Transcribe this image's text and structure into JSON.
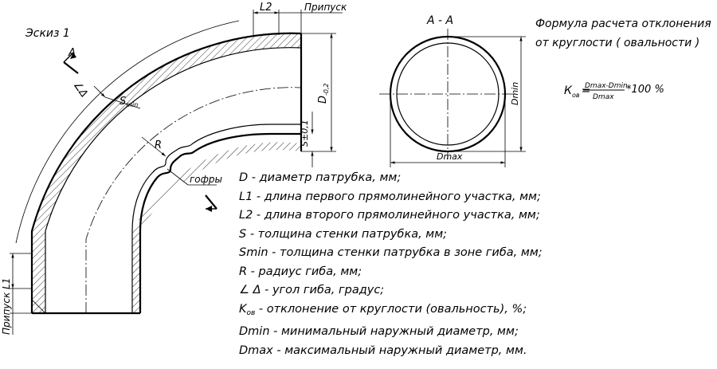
{
  "sketch_title": "Эскиз 1",
  "section_title": "А - А",
  "formula_title_line1": "Формула расчета отклонения",
  "formula_title_line2": "от круглости ( овальности )",
  "formula": {
    "k_main": "К",
    "k_sub": "ов",
    "equals": "=",
    "numerator": "Dmax-Dmin",
    "denominator": "Dmax",
    "suffix": "*100 %"
  },
  "labels": {
    "l2": "L2",
    "pripusk_top": "Припуск",
    "pripusk_l1": "Припуск  L1",
    "d_label": "D",
    "d_tol": "-0,2",
    "s_label": "S±0,1",
    "smin_main": "S",
    "smin_sub": "min",
    "r_label": "R",
    "gofry": "гофры",
    "section_a_top": "А",
    "angle_label": "∠Δ",
    "dmin": "Dmin",
    "dmax": "Dmax"
  },
  "legend": [
    "D - диаметр патрубка, мм;",
    "L1 - длина первого прямолинейного участка, мм;",
    "L2 - длина второго прямолинейного участка, мм;",
    "S - толщина стенки патрубка, мм;",
    "Smin - толщина стенки патрубка в зоне гиба, мм;",
    "R - радиус гиба, мм;",
    "∠ Δ - угол гиба, градус;",
    "K",
    "ов",
    " - отклонение от круглости (овальность), %;",
    "Dmin - минимальный наружный диаметр, мм;",
    "Dmax - максимальный наружный диаметр, мм."
  ]
}
